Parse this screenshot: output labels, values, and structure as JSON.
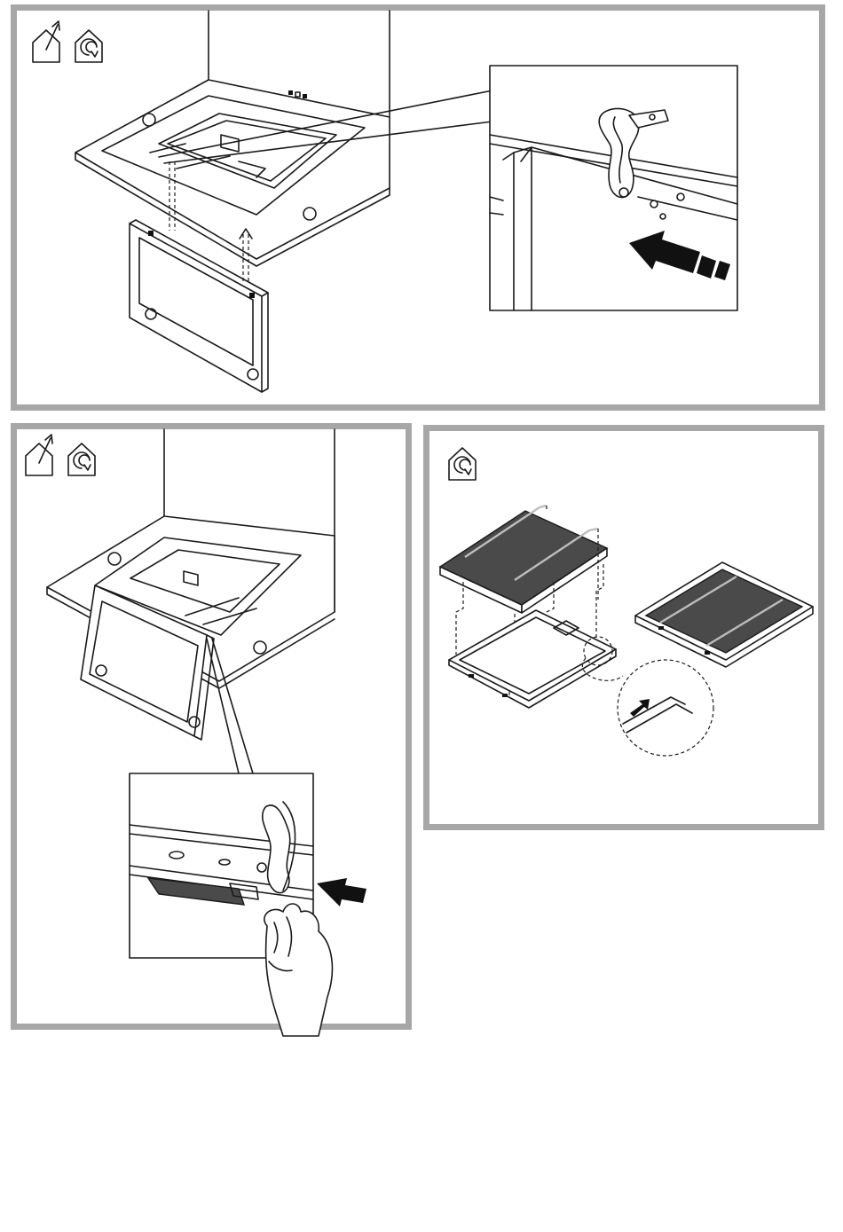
{
  "document": {
    "panels": [
      {
        "id": "hood-frame-install",
        "mode_icons": [
          "extraction-mode-icon",
          "recirculation-mode-icon"
        ]
      },
      {
        "id": "hood-frame-hinged-open",
        "mode_icons": [
          "extraction-mode-icon",
          "recirculation-mode-icon"
        ]
      },
      {
        "id": "carbon-filter-insertion",
        "mode_icons": [
          "recirculation-mode-icon"
        ]
      }
    ],
    "colors": {
      "panel_border": "#a7a7a7",
      "line": "#1a1a1a",
      "carbon_filter": "#4a4a4a",
      "filter_stripe": "#bdbdbd"
    }
  }
}
